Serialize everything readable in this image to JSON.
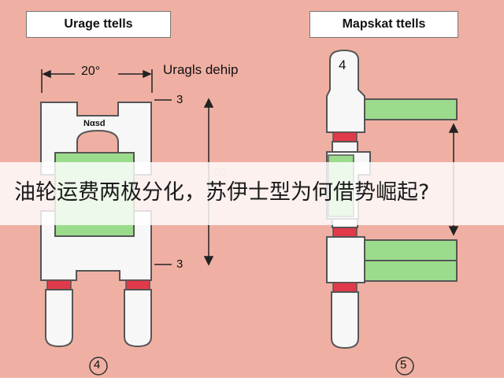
{
  "diagram": {
    "left_title": "Urage ttells",
    "right_title": "Mapskat ttells",
    "angle_label": "20°",
    "depth_label": "Uragls dehip",
    "dim_top": "3",
    "dim_bottom": "3",
    "inner_label": "Nαsd",
    "faint_label": "02",
    "top_tab_number": "4",
    "left_circle_number": "4",
    "right_circle_number": "5"
  },
  "banner": {
    "text": "油轮运费两极分化，苏伊士型为何借势崛起?"
  },
  "colors": {
    "background": "#efb0a3",
    "part_fill": "#f7f7f7",
    "green": "#9bdc8c",
    "red": "#e0394a",
    "outline": "#555555"
  }
}
